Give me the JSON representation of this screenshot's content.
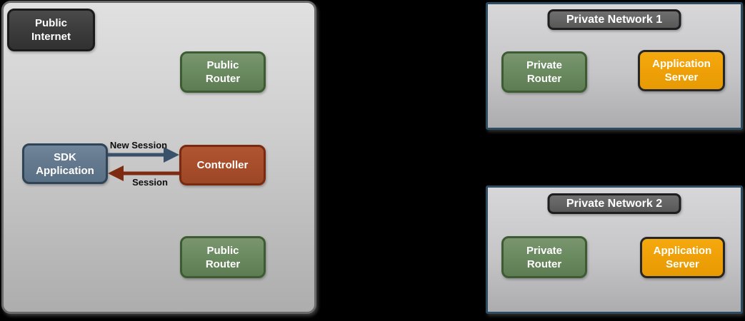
{
  "diagram": {
    "zones": {
      "public": {
        "label": "Public Internet",
        "public_router_top": "Public Router",
        "sdk_application": "SDK Application",
        "controller": "Controller",
        "public_router_bottom": "Public Router",
        "arrow_new_session": "New Session",
        "arrow_session": "Session"
      },
      "private1": {
        "title": "Private Network 1",
        "private_router": "Private Router",
        "application_server": "Application Server"
      },
      "private2": {
        "title": "Private Network 2",
        "private_router": "Private Router",
        "application_server": "Application Server"
      }
    },
    "colors": {
      "background": "#000000",
      "public_zone_fill_top": "#E0E0E0",
      "public_zone_fill_bottom": "#ADADAD",
      "public_zone_border": "#6A6A6A",
      "private_zone_fill_top": "#D7D7D9",
      "private_zone_fill_bottom": "#ACACAE",
      "private_zone_border": "#2D4B61",
      "dark_badge_fill": "#3D3D3D",
      "title_badge_fill": "#646464",
      "badge_border": "#1B1B1B",
      "green_fill": "#6B8B61",
      "green_border": "#3E5C34",
      "slate_fill": "#64798E",
      "slate_border": "#2F4457",
      "rust_fill": "#A84E2C",
      "rust_border": "#7A2A0F",
      "orange_fill": "#F0A108",
      "orange_border": "#272727",
      "arrow_new_session_color": "#3A5269",
      "arrow_session_color": "#7E2C11",
      "arrow_label_color": "#0E0E0E",
      "node_text_color": "#FFFFFF"
    }
  }
}
